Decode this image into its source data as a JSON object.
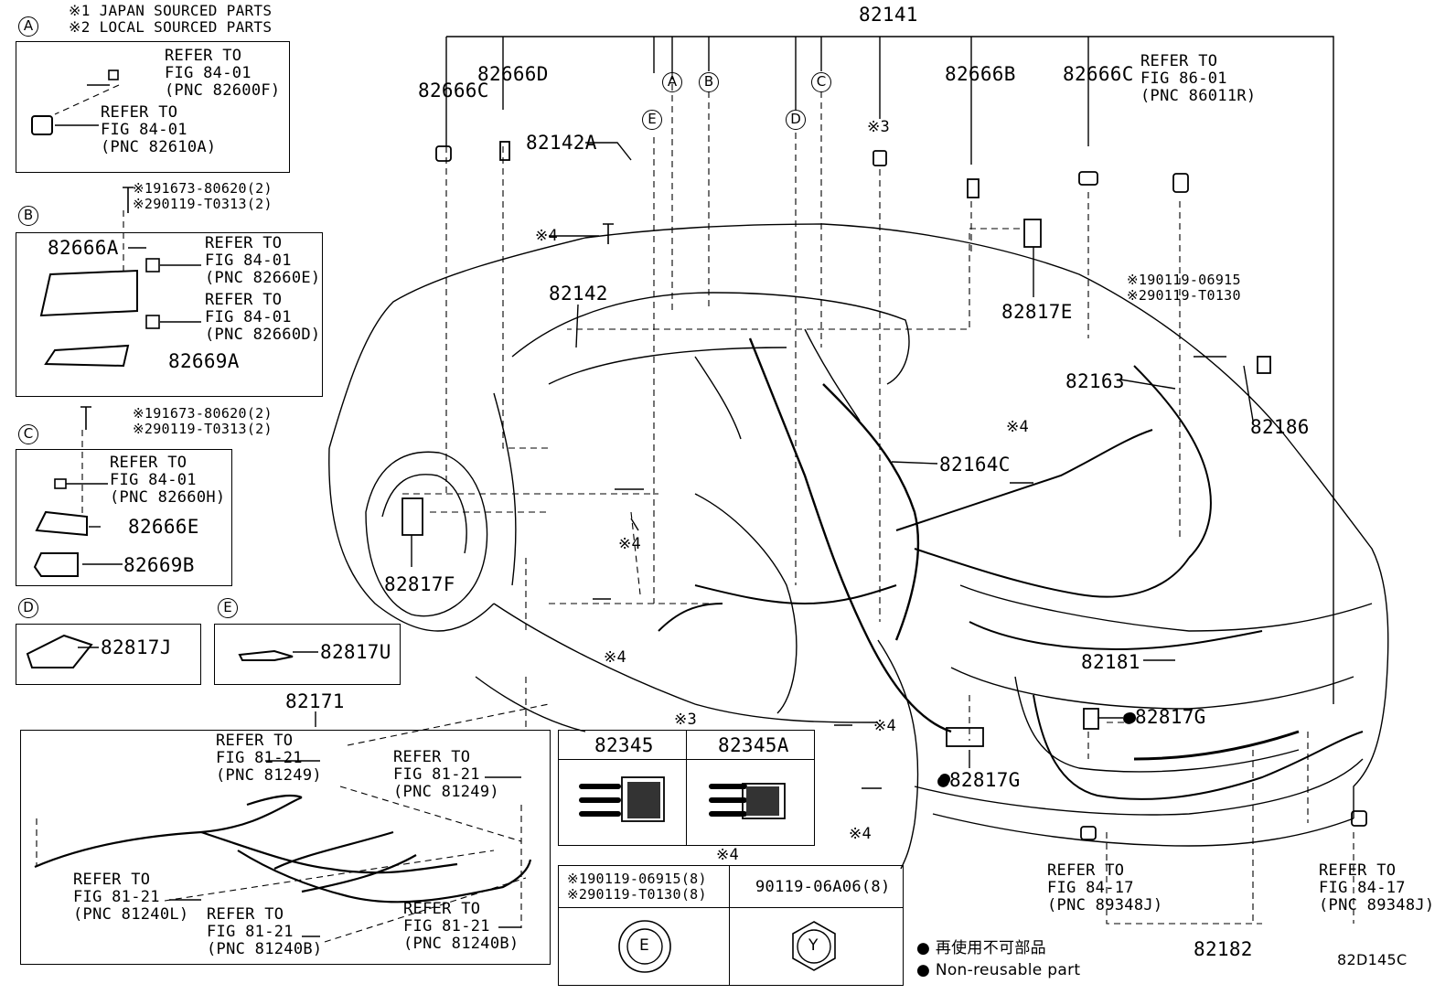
{
  "header": {
    "note1": "※1 JAPAN SOURCED PARTS",
    "note2": "※2 LOCAL SOURCED PARTS",
    "main_part": "82141"
  },
  "inset_a": {
    "letter": "A",
    "ref1": "REFER TO\nFIG 84-01\n(PNC 82600F)",
    "ref2": "REFER TO\nFIG 84-01\n(PNC 82610A)"
  },
  "inset_b": {
    "letter": "B",
    "bolt": "※191673-80620(2)\n※290119-T0313(2)",
    "part_a": "82666A",
    "part_b": "82669A",
    "ref1": "REFER TO\nFIG 84-01\n(PNC 82660E)",
    "ref2": "REFER TO\nFIG 84-01\n(PNC 82660D)"
  },
  "inset_c": {
    "letter": "C",
    "bolt": "※191673-80620(2)\n※290119-T0313(2)",
    "ref1": "REFER TO\nFIG 84-01\n(PNC 82660H)",
    "part_e": "82666E",
    "part_b": "82669B"
  },
  "inset_d": {
    "letter": "D",
    "part": "82817J"
  },
  "inset_e": {
    "letter": "E",
    "part": "82817U"
  },
  "callouts": {
    "c82666C_left": "82666C",
    "c82666D": "82666D",
    "c82142A": "82142A",
    "c82666B": "82666B",
    "c82666C_right": "82666C",
    "ref_86": "REFER TO\nFIG 86-01\n(PNC 86011R)",
    "bolt_right": "※190119-06915\n※290119-T0130",
    "c82817E": "82817E",
    "c82142": "82142",
    "c82163": "82163",
    "c82186": "82186",
    "c82164C": "82164C",
    "c82817F": "82817F",
    "c82181": "82181",
    "c82817G_1": "●82817G",
    "c82817G_2": "●82817G",
    "c82182": "82182",
    "c82171": "82171",
    "ref_84_17_left": "REFER TO\nFIG 84-17\n(PNC 89348J)",
    "ref_84_17_right": "REFER TO\nFIG 84-17\n(PNC 89348J)",
    "mark3": "※3",
    "mark4": "※4",
    "circle_A": "A",
    "circle_B": "B",
    "circle_C": "C",
    "circle_D": "D",
    "circle_E": "E"
  },
  "inset_82171": {
    "ref1": "REFER TO\nFIG 81-21\n(PNC 81249)",
    "ref2": "REFER TO\nFIG 81-21\n(PNC 81249)",
    "ref3": "REFER TO\nFIG 81-21\n(PNC 81240L)",
    "ref4": "REFER TO\nFIG 81-21\n(PNC 81240B)",
    "ref5": "REFER TO\nFIG 81-21\n(PNC 81240B)"
  },
  "table3": {
    "mark": "※3",
    "col1": "82345",
    "col2": "82345A"
  },
  "table4": {
    "mark": "※4",
    "col1": "※190119-06915(8)\n※290119-T0130(8)",
    "col2": "90119-06A06(8)",
    "sym1": "E",
    "sym2": "Y"
  },
  "legend": {
    "jp": "● 再使用不可部品",
    "en": "● Non-reusable part"
  },
  "figure_code": "82D145C"
}
